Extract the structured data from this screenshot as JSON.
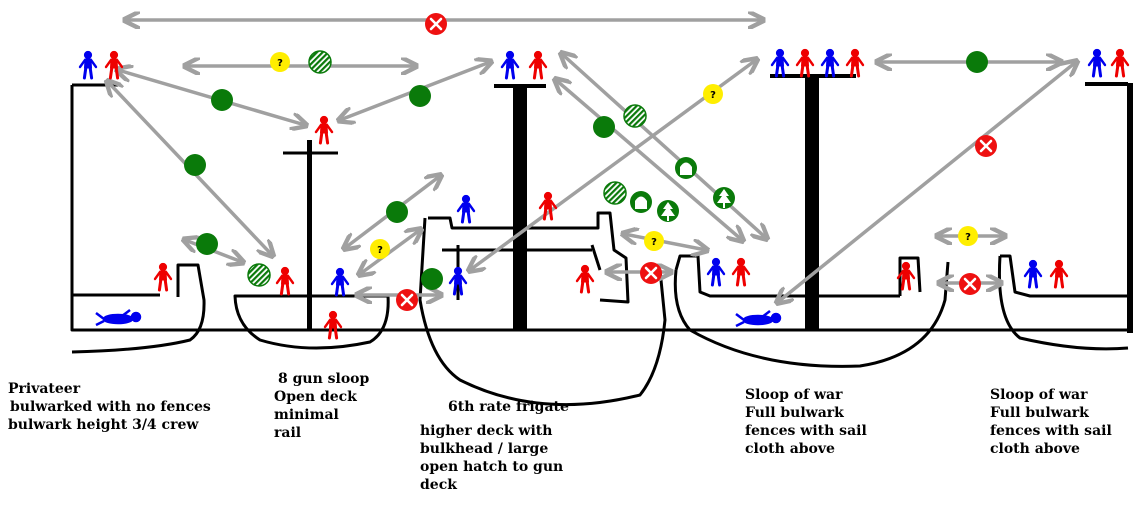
{
  "colors": {
    "hull": "#000000",
    "arrow": "#a0a0a0",
    "crew_friendly": "#0000ee",
    "crew_enemy": "#ee0000",
    "ok_marker": "#0a7a0a",
    "blocked_marker": "#ee1111",
    "maybe_marker": "#ffee00"
  },
  "markers": {
    "maybe_glyph": "?",
    "blocked_glyph": "×",
    "partial_icon": "striped-circle-icon",
    "arch_icon": "arch-circle-icon",
    "tree_icon": "tree-circle-icon"
  },
  "ships": [
    {
      "id": "privateer",
      "lines": [
        "Privateer",
        "bulwarked with no fences",
        "bulwark height 3/4 crew"
      ]
    },
    {
      "id": "sloop8",
      "lines": [
        "8 gun sloop",
        "Open deck",
        "minimal",
        "rail"
      ]
    },
    {
      "id": "frigate",
      "lines": [
        "6th rate frigate",
        "",
        "higher deck with",
        "bulkhead  / large",
        "open hatch to gun",
        "deck"
      ]
    },
    {
      "id": "sloopwar1",
      "lines": [
        "Sloop of war",
        "Full bulwark",
        "fences with sail",
        "cloth above"
      ]
    },
    {
      "id": "sloopwar2",
      "lines": [
        "Sloop of war",
        "Full bulwark",
        "fences with sail",
        "cloth above"
      ]
    }
  ]
}
